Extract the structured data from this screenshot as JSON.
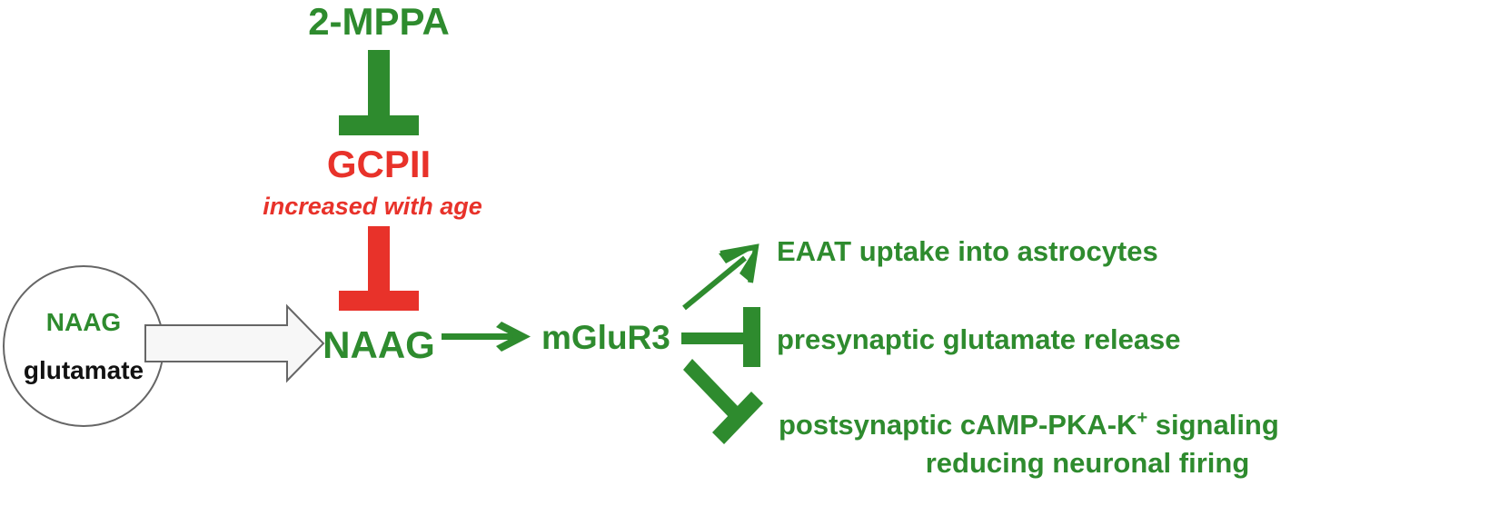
{
  "colors": {
    "green": "#2e8b2e",
    "red": "#e8322a",
    "text_black": "#111111",
    "outline": "#666666",
    "arrow_fill": "#f7f7f7",
    "background": "#ffffff"
  },
  "nodes": {
    "drug": "2-MPPA",
    "enzyme": "GCPII",
    "enzyme_note": "increased with age",
    "vesicle_top": "NAAG",
    "vesicle_bottom": "glutamate",
    "naag": "NAAG",
    "receptor": "mGluR3"
  },
  "outcomes": {
    "eaat": "EAAT uptake into astrocytes",
    "presynaptic": "presynaptic glutamate release",
    "postsynaptic_line1": "postsynaptic cAMP-PKA-K",
    "postsynaptic_sup": "+",
    "postsynaptic_line1_end": " signaling",
    "postsynaptic_line2": "reducing neuronal firing"
  },
  "relations": [
    {
      "from": "2-MPPA",
      "to": "GCPII",
      "type": "inhibits"
    },
    {
      "from": "GCPII",
      "to": "NAAG",
      "type": "inhibits"
    },
    {
      "from": "NAAG/glutamate vesicle",
      "to": "NAAG",
      "type": "release"
    },
    {
      "from": "NAAG",
      "to": "mGluR3",
      "type": "activates"
    },
    {
      "from": "mGluR3",
      "to": "EAAT uptake into astrocytes",
      "type": "activates"
    },
    {
      "from": "mGluR3",
      "to": "presynaptic glutamate release",
      "type": "inhibits"
    },
    {
      "from": "mGluR3",
      "to": "postsynaptic cAMP-PKA-K+ signaling",
      "type": "inhibits"
    }
  ]
}
